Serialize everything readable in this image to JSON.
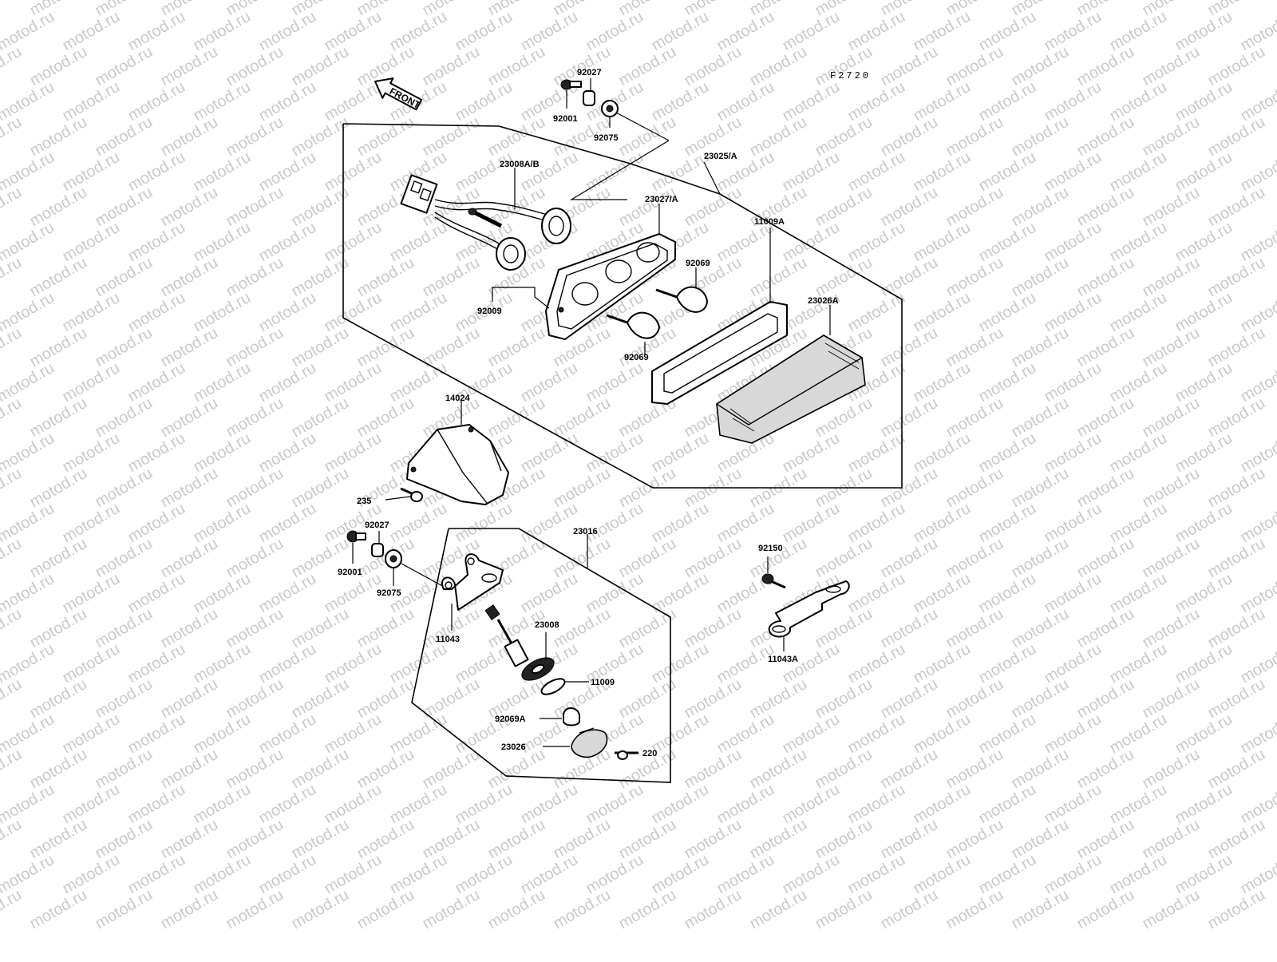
{
  "figure_number": "F2720",
  "front_label": "FRONT",
  "watermark": "motod.ru",
  "callouts": {
    "c92027_top": "92027",
    "c92001_top": "92001",
    "c92075_top": "92075",
    "c23008AB": "23008A/B",
    "c23025A": "23025/A",
    "c23027A": "23027/A",
    "c92069_upper": "92069",
    "c11009A": "11009A",
    "c23026A": "23026A",
    "c92009": "92009",
    "c92069_lower": "92069",
    "c14024": "14024",
    "c235": "235",
    "c92027_bottom": "92027",
    "c92001_bottom": "92001",
    "c92075_bottom": "92075",
    "c23016": "23016",
    "c11043": "11043",
    "c23008": "23008",
    "c11009": "11009",
    "c92069A": "92069A",
    "c23026": "23026",
    "c220": "220",
    "c92150": "92150",
    "c11043A": "11043A"
  },
  "colors": {
    "line": "#000000",
    "watermark": "#c9c9c9",
    "background": "#ffffff"
  }
}
